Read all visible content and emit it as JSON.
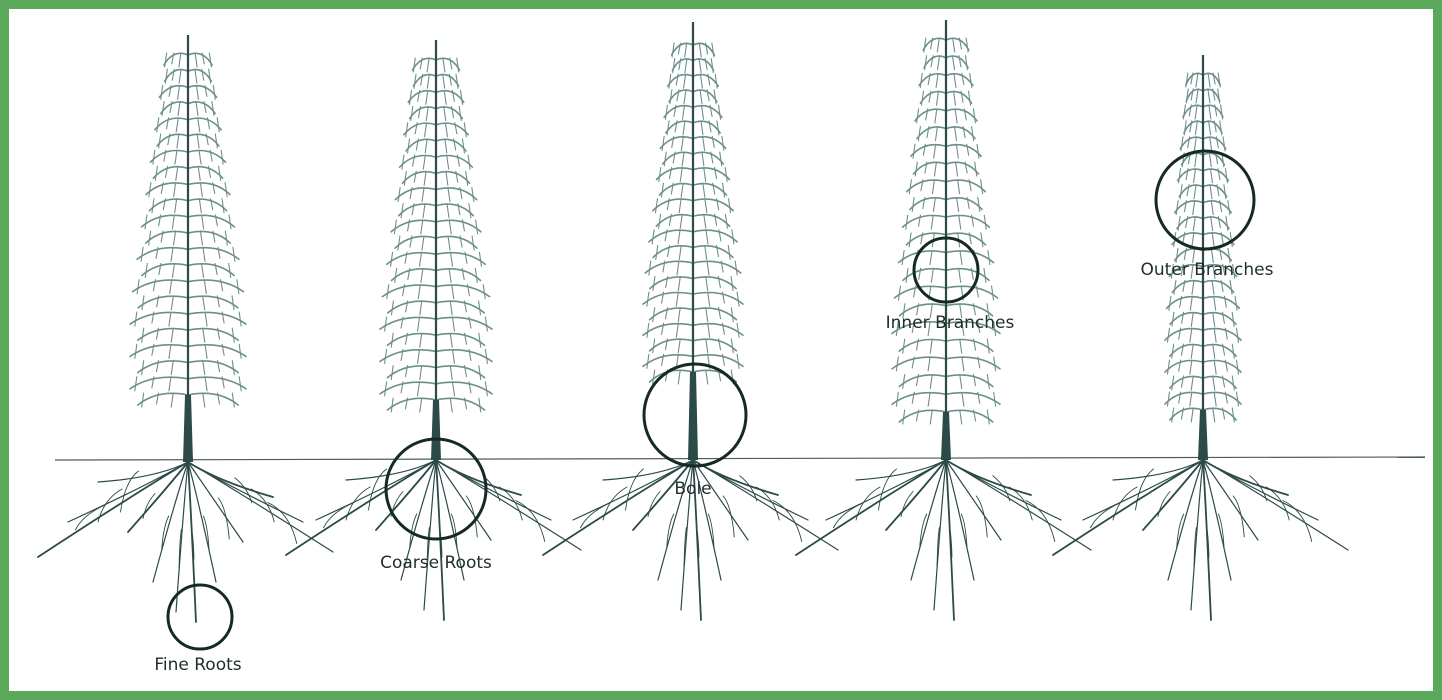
{
  "colors": {
    "frame": "#5aa85a",
    "ink": "#2c4a47",
    "foliage": "#6d8f8b",
    "circle": "#162a24"
  },
  "trees": [
    {
      "id": "tree-1",
      "label": "Fine Roots"
    },
    {
      "id": "tree-2",
      "label": "Coarse Roots"
    },
    {
      "id": "tree-3",
      "label": "Bole"
    },
    {
      "id": "tree-4",
      "label": "Inner Branches"
    },
    {
      "id": "tree-5",
      "label": "Outer Branches"
    }
  ]
}
